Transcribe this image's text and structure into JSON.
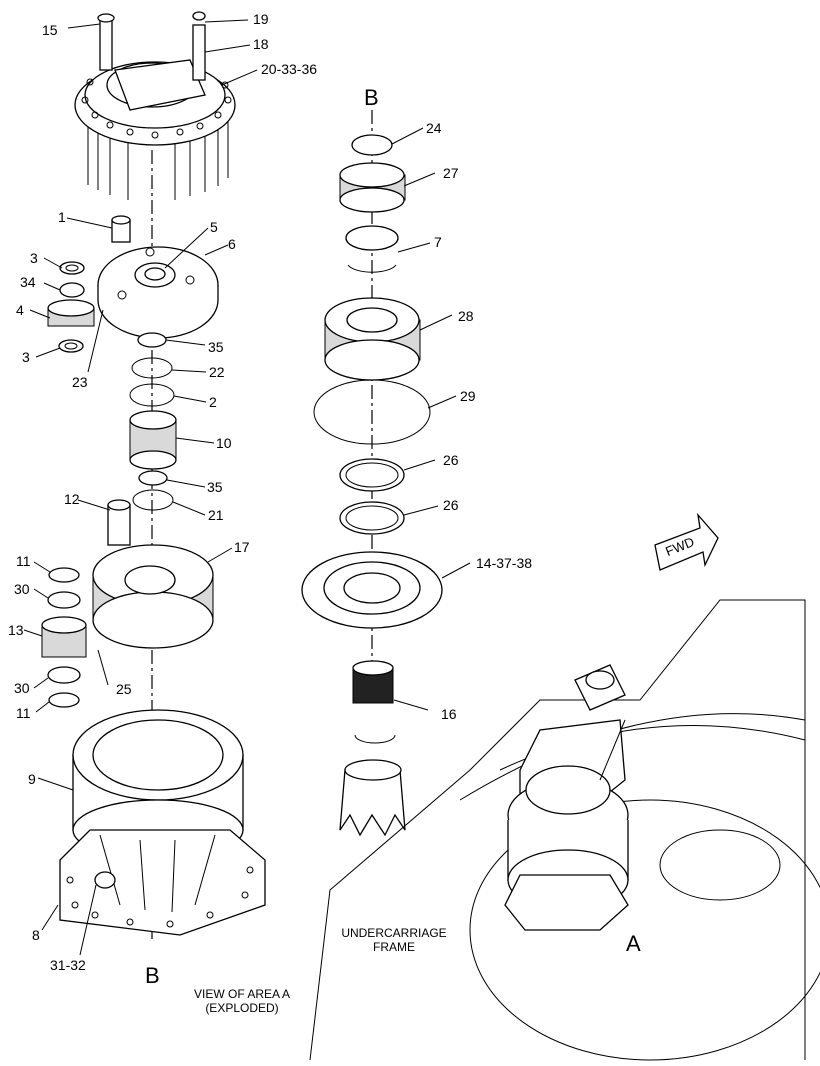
{
  "diagram": {
    "callouts": {
      "c15": "15",
      "c19": "19",
      "c18": "18",
      "c20": "20-33-36",
      "c1": "1",
      "c5": "5",
      "c6": "6",
      "c3a": "3",
      "c34": "34",
      "c4": "4",
      "c3b": "3",
      "c23": "23",
      "c35a": "35",
      "c22": "22",
      "c2": "2",
      "c10": "10",
      "c35b": "35",
      "c21": "21",
      "c12": "12",
      "c17": "17",
      "c11a": "11",
      "c30a": "30",
      "c13": "13",
      "c25": "25",
      "c30b": "30",
      "c11b": "11",
      "c9": "9",
      "c8": "8",
      "c31": "31-32",
      "c24": "24",
      "c27": "27",
      "c7": "7",
      "c28": "28",
      "c29": "29",
      "c26a": "26",
      "c26b": "26",
      "c14": "14-37-38",
      "c16": "16"
    },
    "section_top": "B",
    "section_bottom": "B",
    "area_marker": "A",
    "fwd_label": "FWD",
    "undercarriage_line1": "UNDERCARRIAGE",
    "undercarriage_line2": "FRAME",
    "view_line1": "VIEW OF AREA A",
    "view_line2": "(EXPLODED)"
  }
}
